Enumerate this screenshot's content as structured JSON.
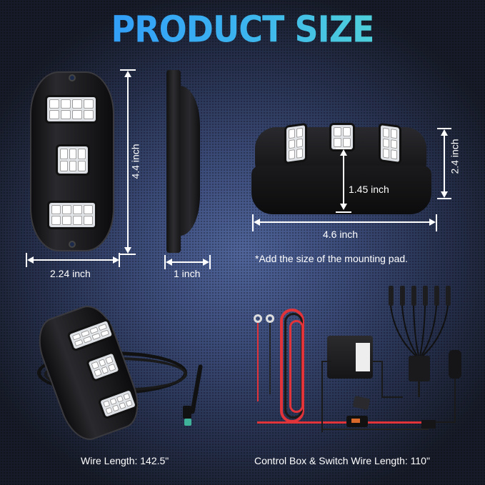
{
  "title": "PRODUCT SIZE",
  "colors": {
    "title_gradient_start": "#2a8cff",
    "title_gradient_end": "#5de6c8",
    "background_center": "#50649a",
    "background_edge": "#171b27",
    "dimension_lines": "#ffffff",
    "red_wire": "#e0333a",
    "connector_green": "#3fb39a"
  },
  "front_view": {
    "height_label": "4.4 inch",
    "width_label": "2.24 inch"
  },
  "side_view": {
    "depth_label": "1 inch"
  },
  "angle_view": {
    "height_label": "2.4 inch",
    "inner_height_label": "1.45 inch",
    "length_label": "4.6 inch",
    "note": "*Add the size of the mounting pad."
  },
  "bottom_left": {
    "caption": "Wire Length: 142.5\""
  },
  "bottom_right": {
    "caption": "Control Box & Switch Wire Length: 110\"",
    "connector_count": 6
  }
}
